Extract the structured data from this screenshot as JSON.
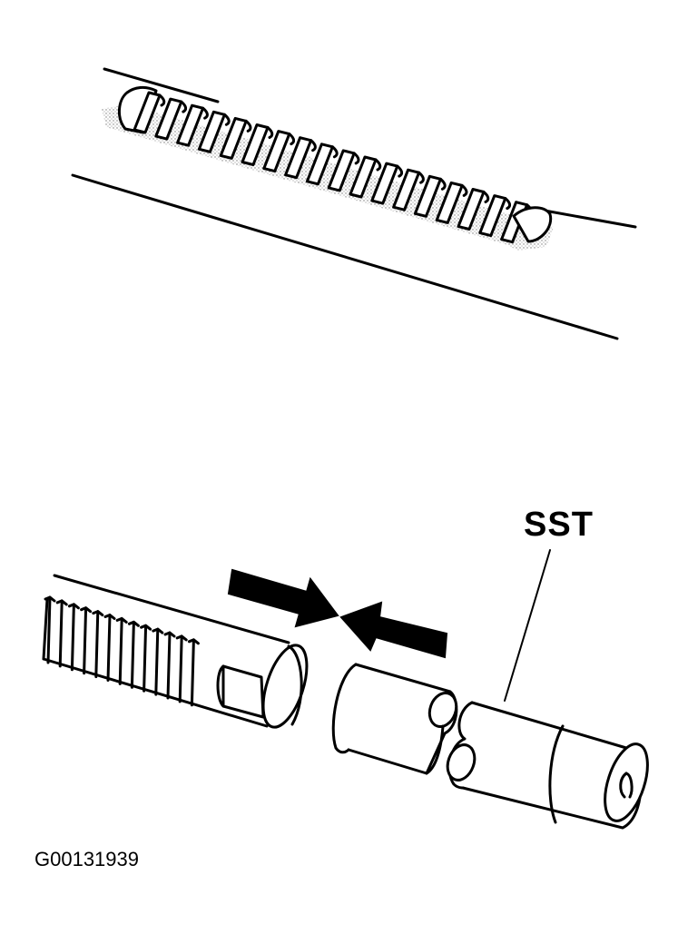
{
  "labels": {
    "tool": "SST",
    "figure_id": "G00131939"
  },
  "colors": {
    "ink": "#000000",
    "paper": "#ffffff",
    "stipple": "#8a8a8a"
  },
  "icons": {
    "arrow_left": "arrow-right-pointing",
    "arrow_right": "arrow-left-pointing"
  }
}
